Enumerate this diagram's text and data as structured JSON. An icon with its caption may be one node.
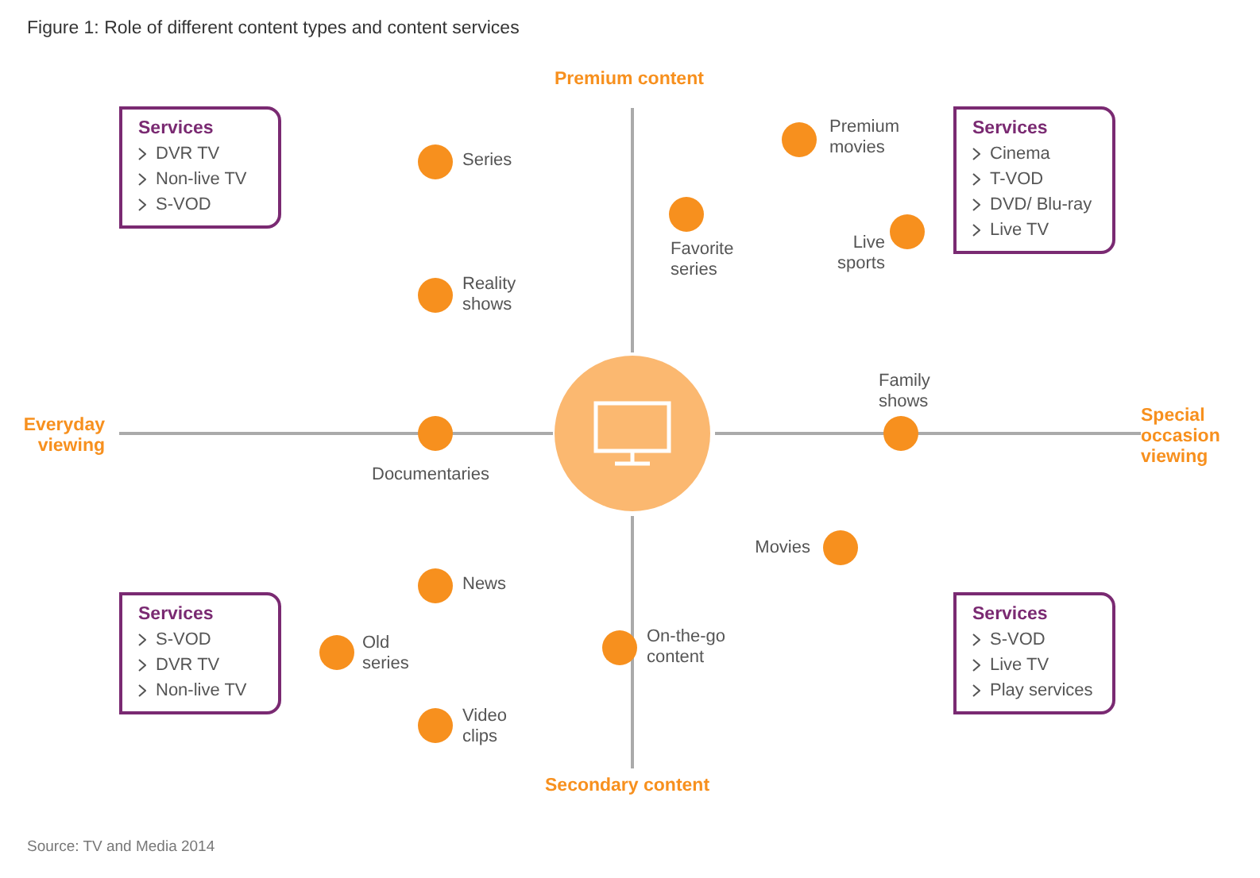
{
  "diagram": {
    "title": "Figure 1: Role of different content types and content services",
    "caption": "Source: TV and Media 2014",
    "nodes": [
      {
        "text": [
          "Services",
          "DVR TV",
          "Non-live TV",
          "S-VOD"
        ]
      },
      {
        "text": [],
        "shape": "circle",
        "beside": [
          "Series"
        ]
      },
      {
        "text": [],
        "shape": "circle",
        "beside": [
          "Premium movies"
        ]
      },
      {
        "text": [
          "Services",
          "Cinema",
          "T-VOD",
          "DVD/ Blu-ray",
          "Live TV"
        ]
      },
      {
        "text": [],
        "shape": "circle",
        "beside": [
          "Favorite series"
        ]
      },
      {
        "text": [],
        "shape": "circle",
        "beside": [
          "Live sports"
        ]
      },
      {
        "text": [],
        "shape": "circle",
        "beside": [
          "Reality shows"
        ]
      },
      {
        "text": [],
        "shape": "circle",
        "beside": [
          "Family shows"
        ]
      },
      {
        "text": [],
        "shape": "circle"
      },
      {
        "text": [],
        "shape": "circle",
        "beside": [
          "Documentaries"
        ]
      },
      {
        "text": [],
        "shape": "circle",
        "beside": [
          "Movies"
        ]
      },
      {
        "text": [],
        "shape": "circle",
        "beside": [
          "News"
        ]
      },
      {
        "text": [
          "Services",
          "S-VOD",
          "DVR TV",
          "Non-live TV"
        ]
      },
      {
        "text": [],
        "shape": "circle",
        "beside": [
          "Old series"
        ]
      },
      {
        "text": [],
        "shape": "circle",
        "beside": [
          "On-the-go content"
        ]
      },
      {
        "text": [
          "Services",
          "S-VOD",
          "Live TV",
          "Play services"
        ]
      },
      {
        "text": [],
        "shape": "circle",
        "beside": [
          "Video clips"
        ]
      }
    ],
    "labels": [
      "Premium content",
      "Everyday viewing",
      "Special occasion viewing",
      "Secondary content"
    ]
  }
}
